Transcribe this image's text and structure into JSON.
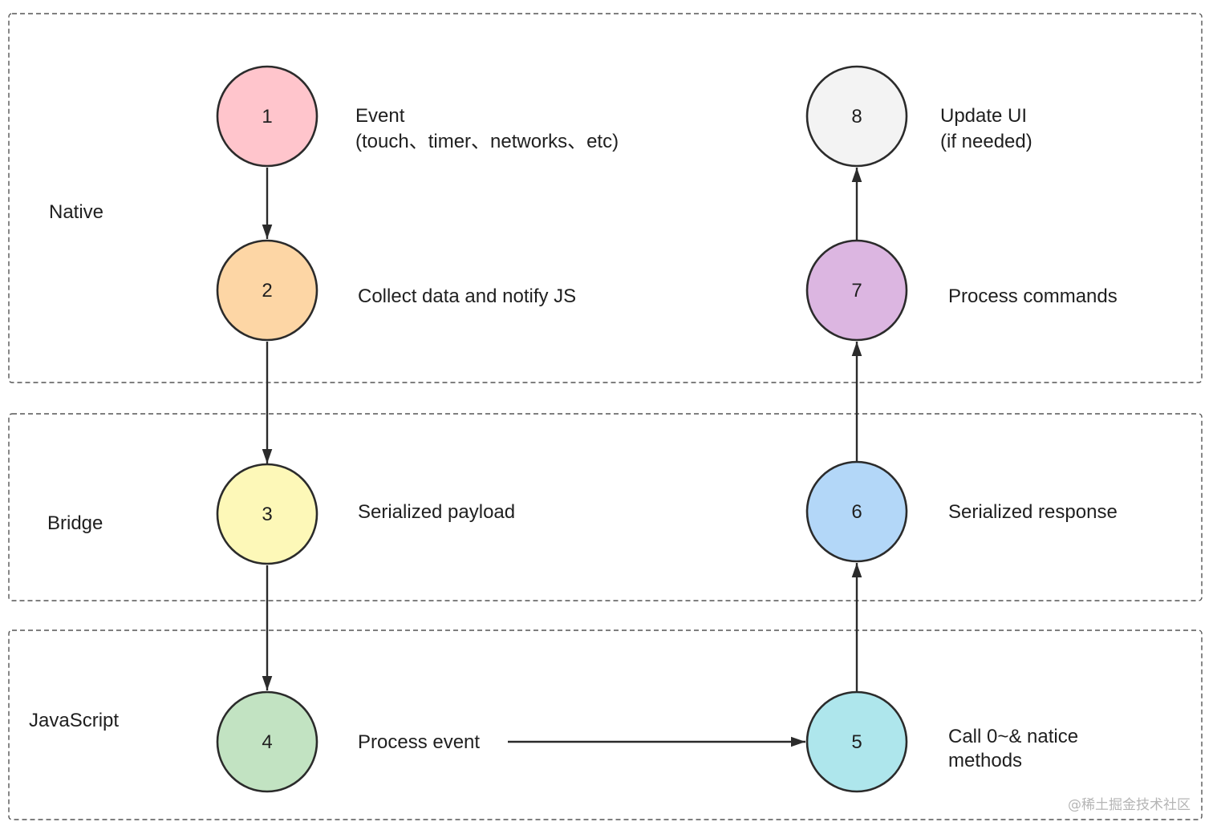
{
  "lanes": [
    {
      "id": "native",
      "label": "Native"
    },
    {
      "id": "bridge",
      "label": "Bridge"
    },
    {
      "id": "javascript",
      "label": "JavaScript"
    }
  ],
  "nodes": [
    {
      "number": "1",
      "color": "#ffc5cc",
      "description": [
        "Event",
        "(touch、timer、networks、etc)"
      ]
    },
    {
      "number": "2",
      "color": "#fdd6a5",
      "description": [
        "Collect data and notify JS"
      ]
    },
    {
      "number": "3",
      "color": "#fdf8b8",
      "description": [
        "Serialized payload"
      ]
    },
    {
      "number": "4",
      "color": "#c2e3c2",
      "description": [
        "Process event"
      ]
    },
    {
      "number": "5",
      "color": "#aee6ec",
      "description": [
        "Call 0~& natice",
        "methods"
      ]
    },
    {
      "number": "6",
      "color": "#b3d7f8",
      "description": [
        "Serialized response"
      ]
    },
    {
      "number": "7",
      "color": "#dcb6e1",
      "description": [
        "Process commands"
      ]
    },
    {
      "number": "8",
      "color": "#f3f3f3",
      "description": [
        "Update UI",
        "(if needed)"
      ]
    }
  ],
  "edges": [
    {
      "from": "1",
      "to": "2"
    },
    {
      "from": "2",
      "to": "3"
    },
    {
      "from": "3",
      "to": "4"
    },
    {
      "from": "4",
      "to": "5"
    },
    {
      "from": "5",
      "to": "6"
    },
    {
      "from": "6",
      "to": "7"
    },
    {
      "from": "7",
      "to": "8"
    }
  ],
  "watermark": "@稀土掘金技术社区"
}
